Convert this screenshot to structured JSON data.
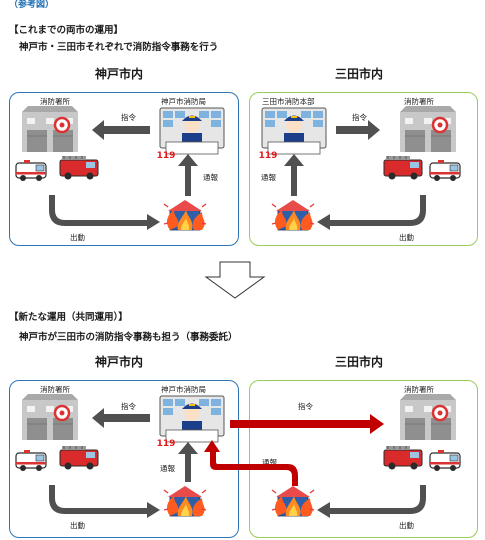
{
  "header": {
    "ref": "（参考図）"
  },
  "current": {
    "title": "【これまでの両市の運用】",
    "subtitle": "神戸市・三田市それぞれで消防指令事務を行う",
    "kobe": {
      "name": "神戸市内",
      "station": "消防署所",
      "hq": "神戸市消防局",
      "command": "指令",
      "report": "通報",
      "dispatch": "出動"
    },
    "sanda": {
      "name": "三田市内",
      "hq": "三田市消防本部",
      "station": "消防署所",
      "command": "指令",
      "report": "通報",
      "dispatch": "出動"
    }
  },
  "new": {
    "title": "【新たな運用（共同運用）】",
    "subtitle": "神戸市が三田市の消防指令事務も担う（事務委託）",
    "kobe": {
      "name": "神戸市内",
      "station": "消防署所",
      "hq": "神戸市消防局",
      "command": "指令",
      "report": "通報",
      "dispatch": "出動"
    },
    "sanda": {
      "name": "三田市内",
      "station": "消防署所",
      "command": "指令",
      "report": "通報",
      "dispatch": "出動"
    }
  },
  "icons": {
    "emergency_number": "119"
  },
  "colors": {
    "kobe_border": "#2e75b6",
    "sanda_border": "#9acd5a",
    "arrow_dark": "#505050",
    "arrow_red": "#c00000"
  }
}
